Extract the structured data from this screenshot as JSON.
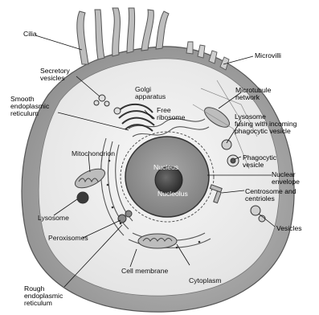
{
  "figure": {
    "labels": {
      "cilia": "Cilia",
      "microvilli": "Microvilli",
      "secretory_vesicles": [
        "Secretory",
        "vesicles"
      ],
      "golgi_apparatus": [
        "Golgi",
        "apparatus"
      ],
      "smooth_er": [
        "Smooth",
        "endoplasmic",
        "reticulum"
      ],
      "microtubule_network": [
        "Microtubule",
        "network"
      ],
      "free_ribosome": [
        "Free",
        "ribosome"
      ],
      "lysosome_fusing": [
        "Lysosome",
        "fusing with incoming",
        "phagocytic vesicle"
      ],
      "mitochondrion": "Mitochondrion",
      "phagocytic_vesicle": [
        "Phagocytic",
        "vesicle"
      ],
      "nucleus": "Nucleus",
      "nuclear_envelope": [
        "Nuclear",
        "envelope"
      ],
      "nucleolus": "Nucleolus",
      "centrosome": [
        "Centrosome and",
        "centrioles"
      ],
      "lysosome": "Lysosome",
      "vesicles": "Vesicles",
      "peroxisomes": "Peroxisomes",
      "cell_membrane": "Cell membrane",
      "cytoplasm": "Cytoplasm",
      "rough_er": [
        "Rough",
        "endoplasmic",
        "reticulum"
      ]
    },
    "colors": {
      "background": "#ffffff",
      "cell_outer": "#9a9a9a",
      "cytoplasm": "#f1f1f1",
      "nucleus": "#8f8f8f",
      "nucleolus": "#4a4a4a",
      "organelle_stroke": "#444444"
    }
  }
}
